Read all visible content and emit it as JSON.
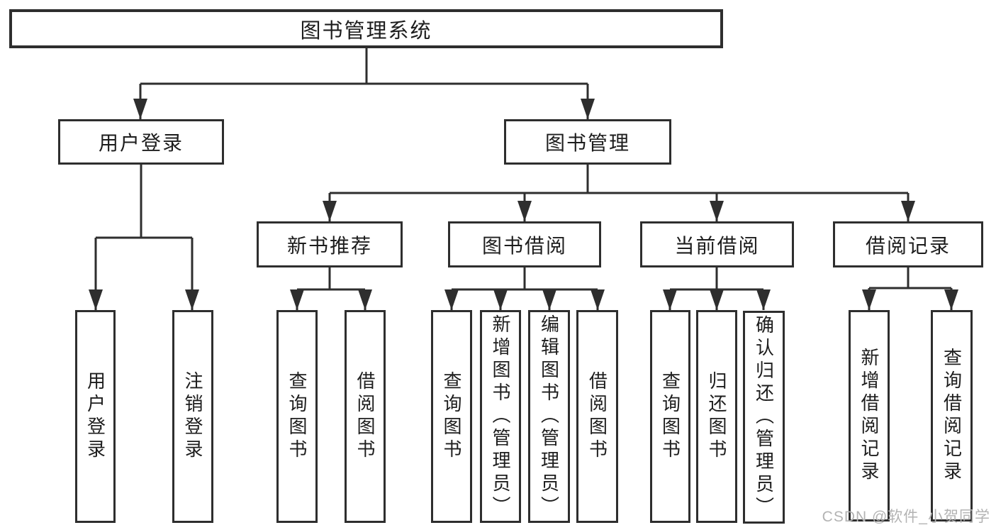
{
  "diagram": {
    "title": "图书管理系统",
    "root": {
      "label": "图书管理系统",
      "children": [
        {
          "label": "用户登录",
          "children": [
            {
              "label": "用户登录"
            },
            {
              "label": "注销登录"
            }
          ]
        },
        {
          "label": "图书管理",
          "children": [
            {
              "label": "新书推荐",
              "children": [
                {
                  "label": "查询图书"
                },
                {
                  "label": "借阅图书"
                }
              ]
            },
            {
              "label": "图书借阅",
              "children": [
                {
                  "label": "查询图书"
                },
                {
                  "label": "新增图书（管理员）"
                },
                {
                  "label": "编辑图书（管理员）"
                },
                {
                  "label": "借阅图书"
                }
              ]
            },
            {
              "label": "当前借阅",
              "children": [
                {
                  "label": "查询图书"
                },
                {
                  "label": "归还图书"
                },
                {
                  "label": "确认归还（管理员）"
                }
              ]
            },
            {
              "label": "借阅记录",
              "children": [
                {
                  "label": "新增借阅记录"
                },
                {
                  "label": "查询借阅记录"
                }
              ]
            }
          ]
        }
      ]
    },
    "colors": {
      "line": "#2e2e2e",
      "box_border": "#2e2e2e",
      "text": "#1d1d1d",
      "background": "#ffffff",
      "watermark": "#b3b3b3"
    }
  },
  "watermark": {
    "text": "CSDN @软件_小贺同学"
  }
}
